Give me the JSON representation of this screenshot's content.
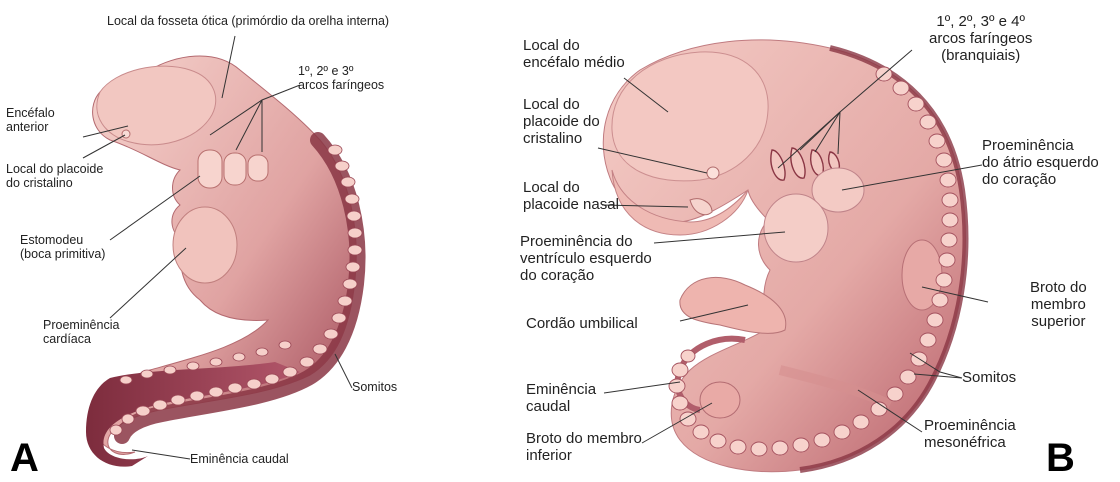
{
  "panel_a": {
    "letter": "A",
    "labels": {
      "fosseta": "Local da fosseta ótica (primórdio da orelha interna)",
      "arcos": "1º, 2º e 3º\narcos faríngeos",
      "encefalo": "Encéfalo\nanterior",
      "placoide": "Local do placoide\ndo cristalino",
      "estomodeu": "Estomodeu\n(boca primitiva)",
      "proeminencia": "Proeminência\ncardíaca",
      "somitos": "Somitos",
      "eminencia": "Eminência caudal"
    }
  },
  "panel_b": {
    "letter": "B",
    "labels": {
      "encefalo_medio": "Local do\nencéfalo médio",
      "arcos": "1º, 2º, 3º e 4º\narcos faríngeos\n(branquiais)",
      "placoide_cristalino": "Local do\nplacoide do\ncristalino",
      "atrio": "Proeminência\ndo átrio esquerdo\ndo coração",
      "placoide_nasal": "Local do\nplacoide nasal",
      "ventriculo": "Proeminência do\nventrículo esquerdo\ndo coração",
      "broto_superior": "Broto do\nmembro\nsuperior",
      "cordao": "Cordão umbilical",
      "somitos": "Somitos",
      "eminencia": "Eminência\ncaudal",
      "broto_inferior": "Broto do membro\ninferior",
      "mesonefrica": "Proeminência\nmesonéfrica"
    }
  },
  "colors": {
    "body_light": "#f0c2bd",
    "body_mid": "#d98f8e",
    "body_dark": "#8a3644",
    "somite": "#f7d2cc",
    "leader": "#333333"
  }
}
